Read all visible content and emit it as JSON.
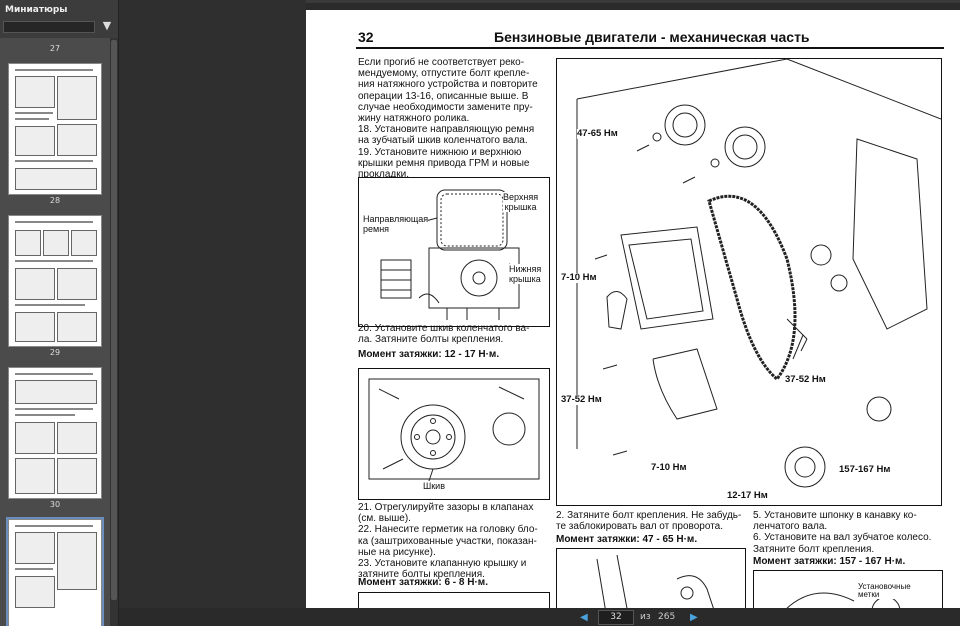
{
  "sidebar": {
    "title": "Миниатюры",
    "thumbnails": [
      {
        "label": "27"
      },
      {
        "label": "28"
      },
      {
        "label": "29"
      },
      {
        "label": "30"
      }
    ]
  },
  "page": {
    "number": "32",
    "header": "Бензиновые двигатели - механическая часть",
    "col1_para1": [
      "Если прогиб не соответствует реко-",
      "мендуемому, отпустите болт крепле-",
      "ния натяжного устройства и повторите",
      "операции 13-16, описанные выше. В",
      "случае необходимости замените пру-",
      "жину натяжного ролика.",
      "18. Установите направляющую ремня",
      "на зубчатый шкив коленчатого вала.",
      "19. Установите нижнюю и верхнюю",
      "крышки ремня привода ГРМ и новые",
      "прокладки."
    ],
    "fig1": {
      "upper": [
        "Верхняя",
        "крышка"
      ],
      "guide": [
        "Направляющая",
        "ремня"
      ],
      "lower": [
        "Нижняя",
        "крышка"
      ]
    },
    "col1_para2": [
      "20. Установите шкив коленчатого ва-",
      "ла. Затяните болты крепления."
    ],
    "torque1": "Момент затяжки: 12 - 17 Н·м.",
    "fig2": {
      "pulley": "Шкив"
    },
    "col1_para3": [
      "21. Отрегулируйте зазоры в клапанах",
      "(см. выше).",
      "22. Нанесите герметик на головку бло-",
      "ка (заштрихованные участки, показан-",
      "ные на рисунке).",
      "23. Установите клапанную крышку и",
      "затяните болты крепления."
    ],
    "torque2": "Момент затяжки: 6 - 8 Н·м.",
    "big_fig_labels": [
      "47-65 Нм",
      "7-10 Нм",
      "37-52 Нм",
      "37-52 Нм",
      "7-10 Нм",
      "157-167 Нм",
      "12-17 Нм"
    ],
    "col2_para": [
      "2. Затяните болт крепления. Не забудь-",
      "те заблокировать вал от проворота."
    ],
    "torque3": "Момент затяжки: 47 - 65 Н·м.",
    "col3_para": [
      "5. Установите шпонку в канавку ко-",
      "ленчатого вала.",
      "6. Установите на вал зубчатое колесо.",
      "Затяните болт крепления."
    ],
    "torque4": "Момент затяжки: 157 - 167 Н·м.",
    "fig4_label": [
      "Установочные",
      "метки"
    ]
  },
  "nav": {
    "current": "32",
    "of": "из",
    "total": "265"
  }
}
